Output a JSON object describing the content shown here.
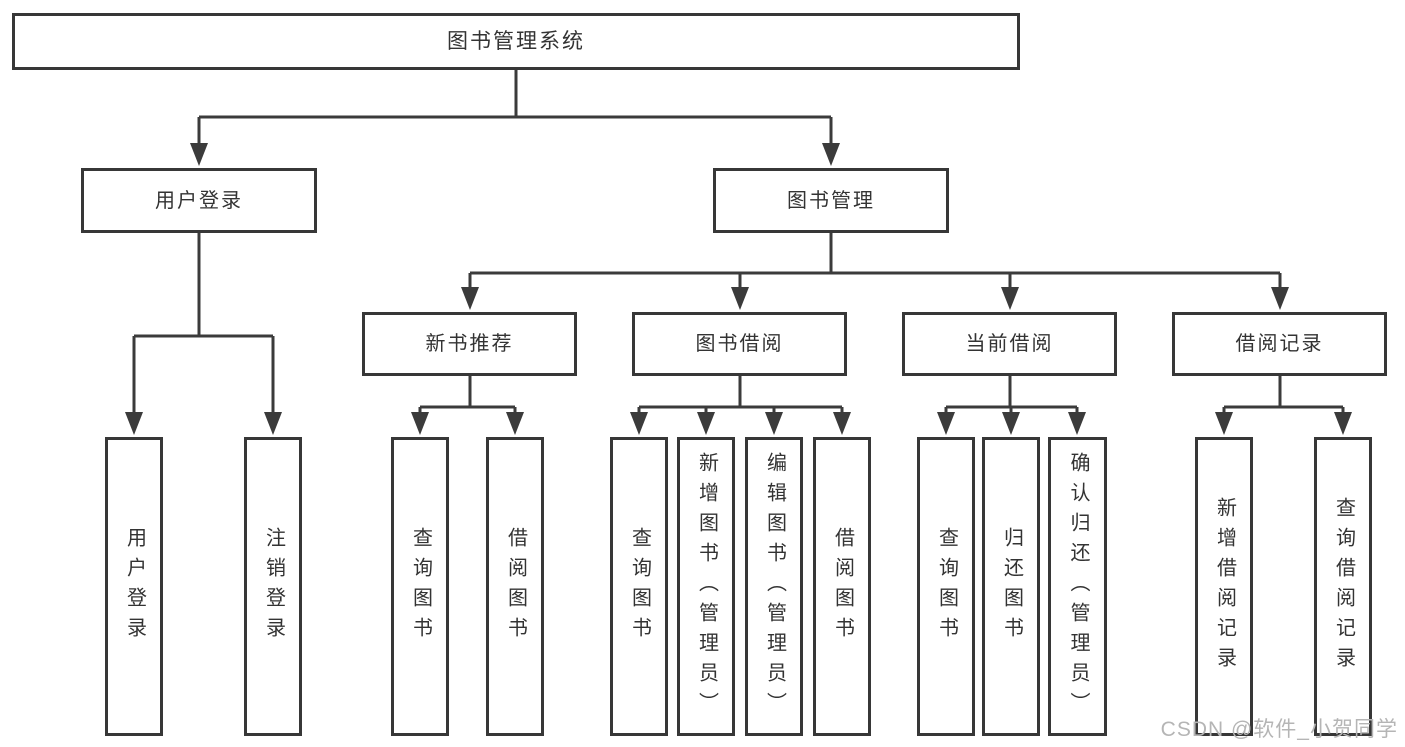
{
  "diagram": {
    "type": "tree-structure-diagram",
    "title": "图书管理系统",
    "watermark": "CSDN @软件_小贺同学",
    "colors": {
      "line": "#3b3b3b",
      "box_border": "#373737",
      "text": "#333333",
      "watermark": "#b5b5b5",
      "background": "#ffffff"
    },
    "nodes": {
      "root": "图书管理系统",
      "user_login": "用户登录",
      "book_mgmt": "图书管理",
      "new_book_rec": "新书推荐",
      "book_borrow": "图书借阅",
      "current_borrow": "当前借阅",
      "borrow_record": "借阅记录",
      "ul_login": "用户登录",
      "ul_logout": "注销登录",
      "nb_query": "查询图书",
      "nb_borrow": "借阅图书",
      "bb_query": "查询图书",
      "bb_add": "新增图书（管理员）",
      "bb_edit": "编辑图书（管理员）",
      "bb_borrow": "借阅图书",
      "cb_query": "查询图书",
      "cb_return": "归还图书",
      "cb_confirm": "确认归还（管理员）",
      "br_add": "新增借阅记录",
      "br_query": "查询借阅记录"
    },
    "edges": [
      [
        "root",
        "user_login"
      ],
      [
        "root",
        "book_mgmt"
      ],
      [
        "user_login",
        "ul_login"
      ],
      [
        "user_login",
        "ul_logout"
      ],
      [
        "book_mgmt",
        "new_book_rec"
      ],
      [
        "book_mgmt",
        "book_borrow"
      ],
      [
        "book_mgmt",
        "current_borrow"
      ],
      [
        "book_mgmt",
        "borrow_record"
      ],
      [
        "new_book_rec",
        "nb_query"
      ],
      [
        "new_book_rec",
        "nb_borrow"
      ],
      [
        "book_borrow",
        "bb_query"
      ],
      [
        "book_borrow",
        "bb_add"
      ],
      [
        "book_borrow",
        "bb_edit"
      ],
      [
        "book_borrow",
        "bb_borrow"
      ],
      [
        "current_borrow",
        "cb_query"
      ],
      [
        "current_borrow",
        "cb_return"
      ],
      [
        "current_borrow",
        "cb_confirm"
      ],
      [
        "borrow_record",
        "br_add"
      ],
      [
        "borrow_record",
        "br_query"
      ]
    ]
  }
}
